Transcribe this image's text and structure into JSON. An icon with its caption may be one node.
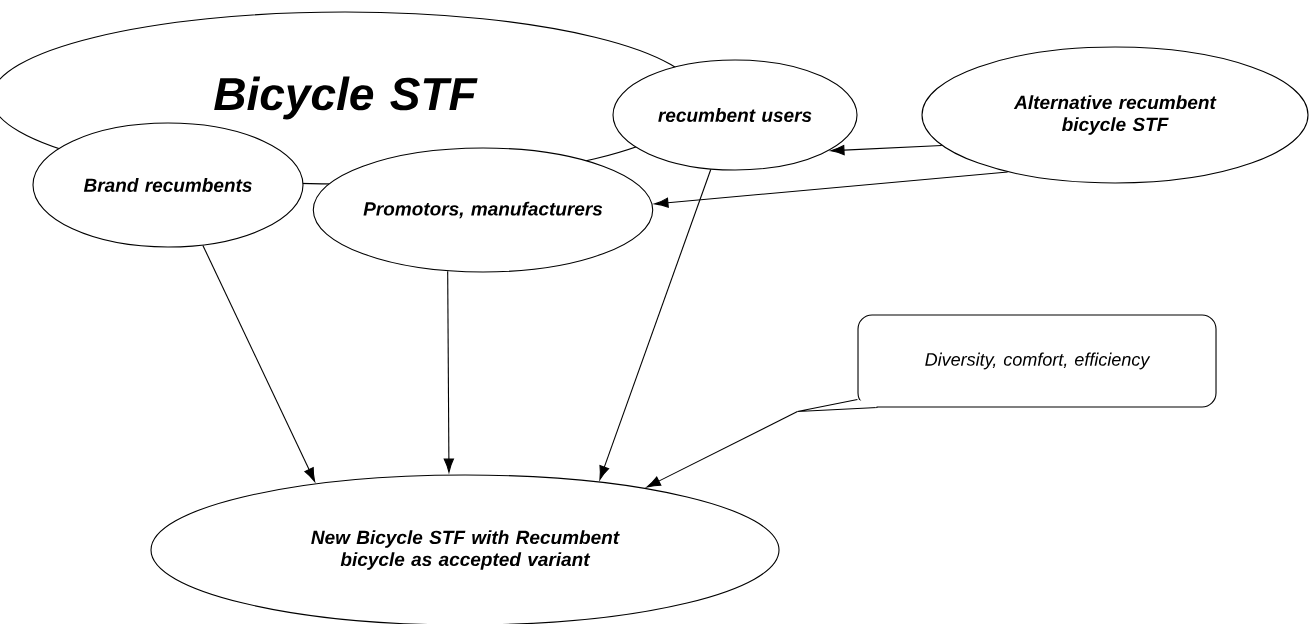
{
  "diagram": {
    "nodes": [
      {
        "text": [
          "Bicycle STF"
        ]
      },
      {
        "text": [
          "recumbent users"
        ]
      },
      {
        "text": [
          "Alternative recumbent bicycle STF"
        ]
      },
      {
        "text": [
          "Brand recumbents"
        ]
      },
      {
        "text": [
          "Promotors, manufacturers"
        ]
      },
      {
        "text": [
          "Diversity, comfort, efficiency"
        ]
      },
      {
        "text": [
          "New Bicycle STF with Recumbent bicycle as accepted variant"
        ]
      }
    ],
    "edges": [
      {
        "from": 2,
        "to": 1,
        "arrow": "to"
      },
      {
        "from": 2,
        "to": 4,
        "arrow": "to"
      },
      {
        "from": 3,
        "to": 6,
        "arrow": "to"
      },
      {
        "from": 4,
        "to": 6,
        "arrow": "to"
      },
      {
        "from": 1,
        "to": 6,
        "arrow": "to"
      },
      {
        "from": 5,
        "to": 6,
        "arrow": "to"
      }
    ]
  }
}
